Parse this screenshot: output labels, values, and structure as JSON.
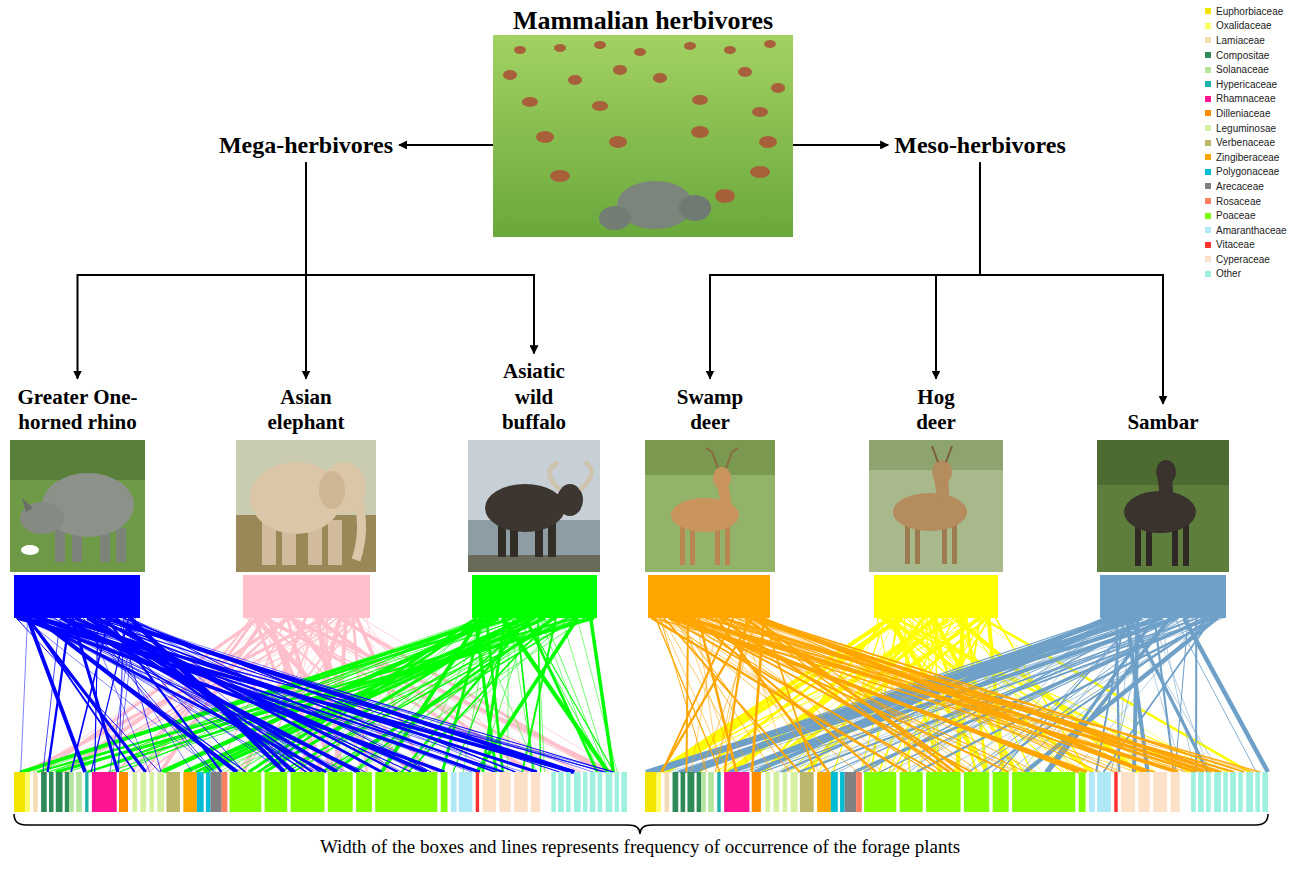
{
  "diagram": {
    "caption": "Width of the boxes and lines represents frequency of occurrence of the forage plants",
    "nodes": [
      {
        "text": [
          "Mammalian herbivores"
        ]
      },
      {
        "text": [
          "Mega-herbivores"
        ]
      },
      {
        "text": [
          "Meso-herbivores"
        ]
      },
      {
        "text": [
          "Greater One-horned rhino"
        ]
      },
      {
        "text": [
          "Asian elephant"
        ]
      },
      {
        "text": [
          "Asiatic wild buffalo"
        ]
      },
      {
        "text": [
          "Swamp deer"
        ]
      },
      {
        "text": [
          "Hog deer"
        ]
      },
      {
        "text": [
          "Sambar"
        ]
      }
    ],
    "edges": [
      {
        "from": 0,
        "to": 1,
        "arrow": "to"
      },
      {
        "from": 0,
        "to": 2,
        "arrow": "to"
      },
      {
        "from": 1,
        "to": 3,
        "arrow": "to"
      },
      {
        "from": 1,
        "to": 4,
        "arrow": "to"
      },
      {
        "from": 1,
        "to": 5,
        "arrow": "to"
      },
      {
        "from": 2,
        "to": 6,
        "arrow": "to"
      },
      {
        "from": 2,
        "to": 7,
        "arrow": "to"
      },
      {
        "from": 2,
        "to": 8,
        "arrow": "to"
      }
    ],
    "legend": [
      {
        "text": "Euphorbiaceae",
        "color": "#f2e600"
      },
      {
        "text": "Oxalidaceae",
        "color": "#ffff66"
      },
      {
        "text": "Lamiaceae",
        "color": "#f5dcb4"
      },
      {
        "text": "Compositae",
        "color": "#2e8b57"
      },
      {
        "text": "Solanaceae",
        "color": "#b4e6a0"
      },
      {
        "text": "Hypericaceae",
        "color": "#20b2aa"
      },
      {
        "text": "Rhamnaceae",
        "color": "#ff1493"
      },
      {
        "text": "Dilleniaceae",
        "color": "#ff8c00"
      },
      {
        "text": "Leguminosae",
        "color": "#d4f0a0"
      },
      {
        "text": "Verbenaceae",
        "color": "#bdb76b"
      },
      {
        "text": "Zingiberaceae",
        "color": "#ffa500"
      },
      {
        "text": "Polygonaceae",
        "color": "#00bcd4"
      },
      {
        "text": "Arecaceae",
        "color": "#808080"
      },
      {
        "text": "Rosaceae",
        "color": "#fa8060"
      },
      {
        "text": "Poaceae",
        "color": "#80ff00"
      },
      {
        "text": "Amaranthaceae",
        "color": "#b0e8f8"
      },
      {
        "text": "Vitaceae",
        "color": "#ff3030"
      },
      {
        "text": "Cyperaceae",
        "color": "#fde0c8"
      },
      {
        "text": "Other",
        "color": "#a0f0e0"
      }
    ]
  }
}
